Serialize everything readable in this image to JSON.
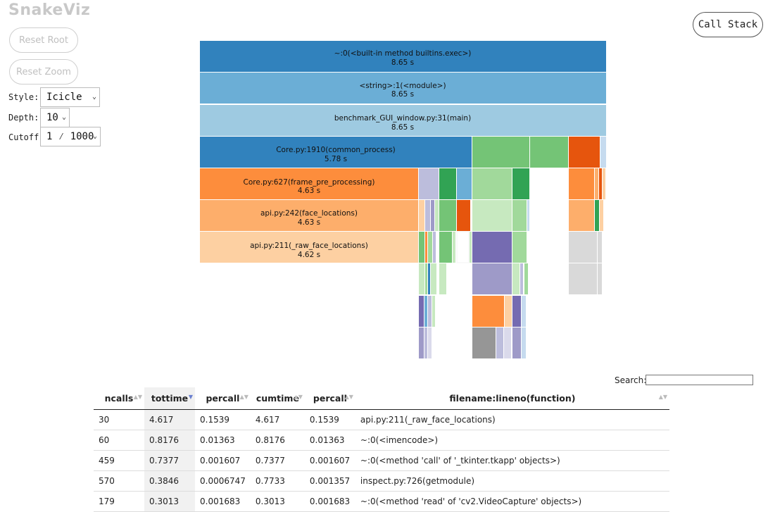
{
  "app": {
    "title": "SnakeViz"
  },
  "controls": {
    "reset_root_label": "Reset Root",
    "reset_zoom_label": "Reset Zoom",
    "style_label": "Style:",
    "style_value": "Icicle",
    "depth_label": "Depth:",
    "depth_value": "10",
    "cutoff_label": "Cutoff:",
    "cutoff_value": "1 ⁄ 1000",
    "call_stack_label": "Call Stack"
  },
  "icicle": {
    "labeled_blocks": [
      {
        "label": "~:0(<built-in method builtins.exec>)",
        "time": "8.65 s"
      },
      {
        "label": "<string>:1(<module>)",
        "time": "8.65 s"
      },
      {
        "label": "benchmark_GUI_window.py:31(main)",
        "time": "8.65 s"
      },
      {
        "label": "Core.py:1910(common_process)",
        "time": "5.78 s"
      },
      {
        "label": "Core.py:627(frame_pre_processing)",
        "time": "4.63 s"
      },
      {
        "label": "api.py:242(face_locations)",
        "time": "4.63 s"
      },
      {
        "label": "api.py:211(_raw_face_locations)",
        "time": "4.62 s"
      }
    ]
  },
  "search": {
    "label": "Search:",
    "value": ""
  },
  "table": {
    "headers": [
      "ncalls",
      "tottime",
      "percall",
      "cumtime",
      "percall",
      "filename:lineno(function)"
    ],
    "rows": [
      [
        "30",
        "4.617",
        "0.1539",
        "4.617",
        "0.1539",
        "api.py:211(_raw_face_locations)"
      ],
      [
        "60",
        "0.8176",
        "0.01363",
        "0.8176",
        "0.01363",
        "~:0(<imencode>)"
      ],
      [
        "459",
        "0.7377",
        "0.001607",
        "0.7377",
        "0.001607",
        "~:0(<method 'call' of '_tkinter.tkapp' objects>)"
      ],
      [
        "570",
        "0.3846",
        "0.0006747",
        "0.7733",
        "0.001357",
        "inspect.py:726(getmodule)"
      ],
      [
        "179",
        "0.3013",
        "0.001683",
        "0.3013",
        "0.001683",
        "~:0(<method 'read' of 'cv2.VideoCapture' objects>)"
      ]
    ]
  }
}
